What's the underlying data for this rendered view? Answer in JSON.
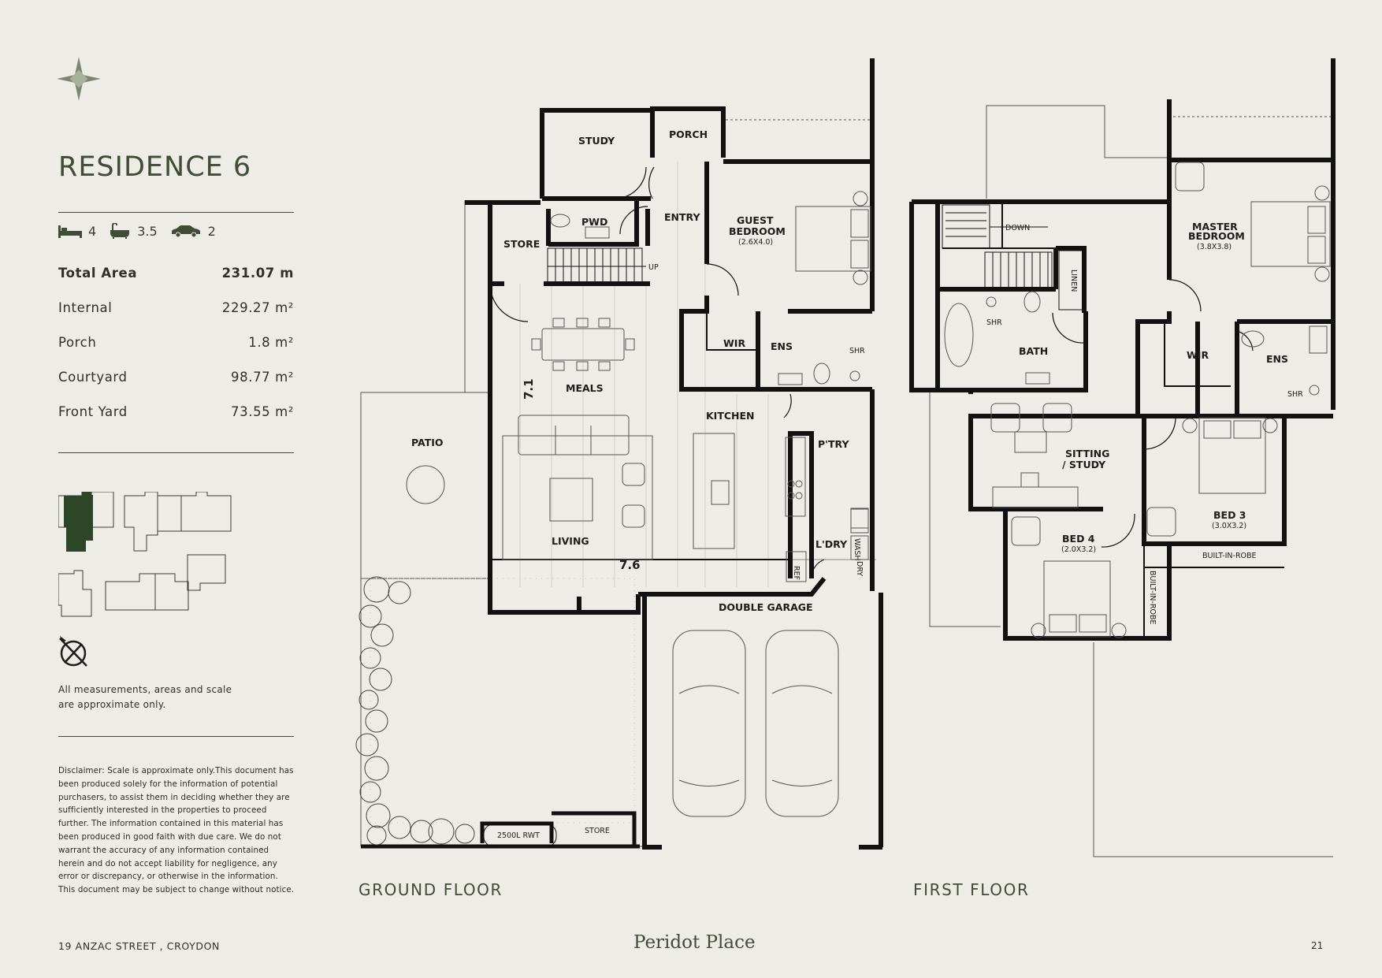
{
  "header": {
    "title": "RESIDENCE 6"
  },
  "features": [
    {
      "icon": "bed-icon",
      "value": "4"
    },
    {
      "icon": "bath-icon",
      "value": "3.5"
    },
    {
      "icon": "car-icon",
      "value": "2"
    }
  ],
  "areas": {
    "total": {
      "label": "Total Area",
      "value": "231.07 m"
    },
    "rows": [
      {
        "label": "Internal",
        "value": "229.27 m²"
      },
      {
        "label": "Porch",
        "value": "1.8 m²"
      },
      {
        "label": "Courtyard",
        "value": "98.77 m²"
      },
      {
        "label": "Front Yard",
        "value": "73.55 m²"
      }
    ]
  },
  "note": "All measurements, areas and scale are approximate only.",
  "disclaimer": "Disclaimer: Scale is approximate only.This document has been produced solely for the information of potential purchasers, to assist them in deciding whether they are sufficiently interested in the properties to proceed further. The information contained in this material has been produced in good faith with due care. We do not warrant the accuracy of any information contained herein and do not accept liability for negligence, any error or discrepancy, or otherwise in the information. This document may be subject to change without notice.",
  "footer": {
    "address": "19 ANZAC STREET , CROYDON",
    "brand": "Peridot Place",
    "page": "21"
  },
  "ground_floor": {
    "label": "GROUND FLOOR",
    "rooms": {
      "study": "STUDY",
      "porch": "PORCH",
      "pwd": "PWD",
      "entry": "ENTRY",
      "store": "STORE",
      "up": "UP",
      "guest_bedroom_1": "GUEST",
      "guest_bedroom_2": "BEDROOM",
      "guest_bedroom_size": "(2.6X4.0)",
      "wir": "WIR",
      "ens": "ENS",
      "shr": "SHR",
      "meals": "MEALS",
      "kitchen": "KITCHEN",
      "patio": "PATIO",
      "ptry": "P'TRY",
      "living": "LIVING",
      "ldry": "L'DRY",
      "wash": "WASH",
      "dry": "DRY",
      "ref": "REF",
      "double_garage": "DOUBLE GARAGE",
      "rwt": "2500L RWT",
      "garage_store": "STORE"
    },
    "dimensions": {
      "depth": "7.1",
      "width": "7.6"
    }
  },
  "first_floor": {
    "label": "FIRST FLOOR",
    "rooms": {
      "down": "DOWN",
      "linen": "LINEN",
      "shr": "SHR",
      "bath": "BATH",
      "master_bedroom_1": "MASTER",
      "master_bedroom_2": "BEDROOM",
      "master_bedroom_size": "(3.8X3.8)",
      "wir": "WIR",
      "ens": "ENS",
      "ens_shr": "SHR",
      "sitting_1": "SITTING",
      "sitting_2": "/ STUDY",
      "bed3": "BED 3",
      "bed3_size": "(3.0X3.2)",
      "built_in_robe": "BUILT-IN-ROBE",
      "bed4": "BED 4",
      "bed4_size": "(2.0X3.2)",
      "built_in_robe_vertical": "BUILT-IN-ROBE"
    }
  },
  "colors": {
    "accent": "#3f4c36",
    "background": "#eeece6",
    "wall": "#111111"
  }
}
